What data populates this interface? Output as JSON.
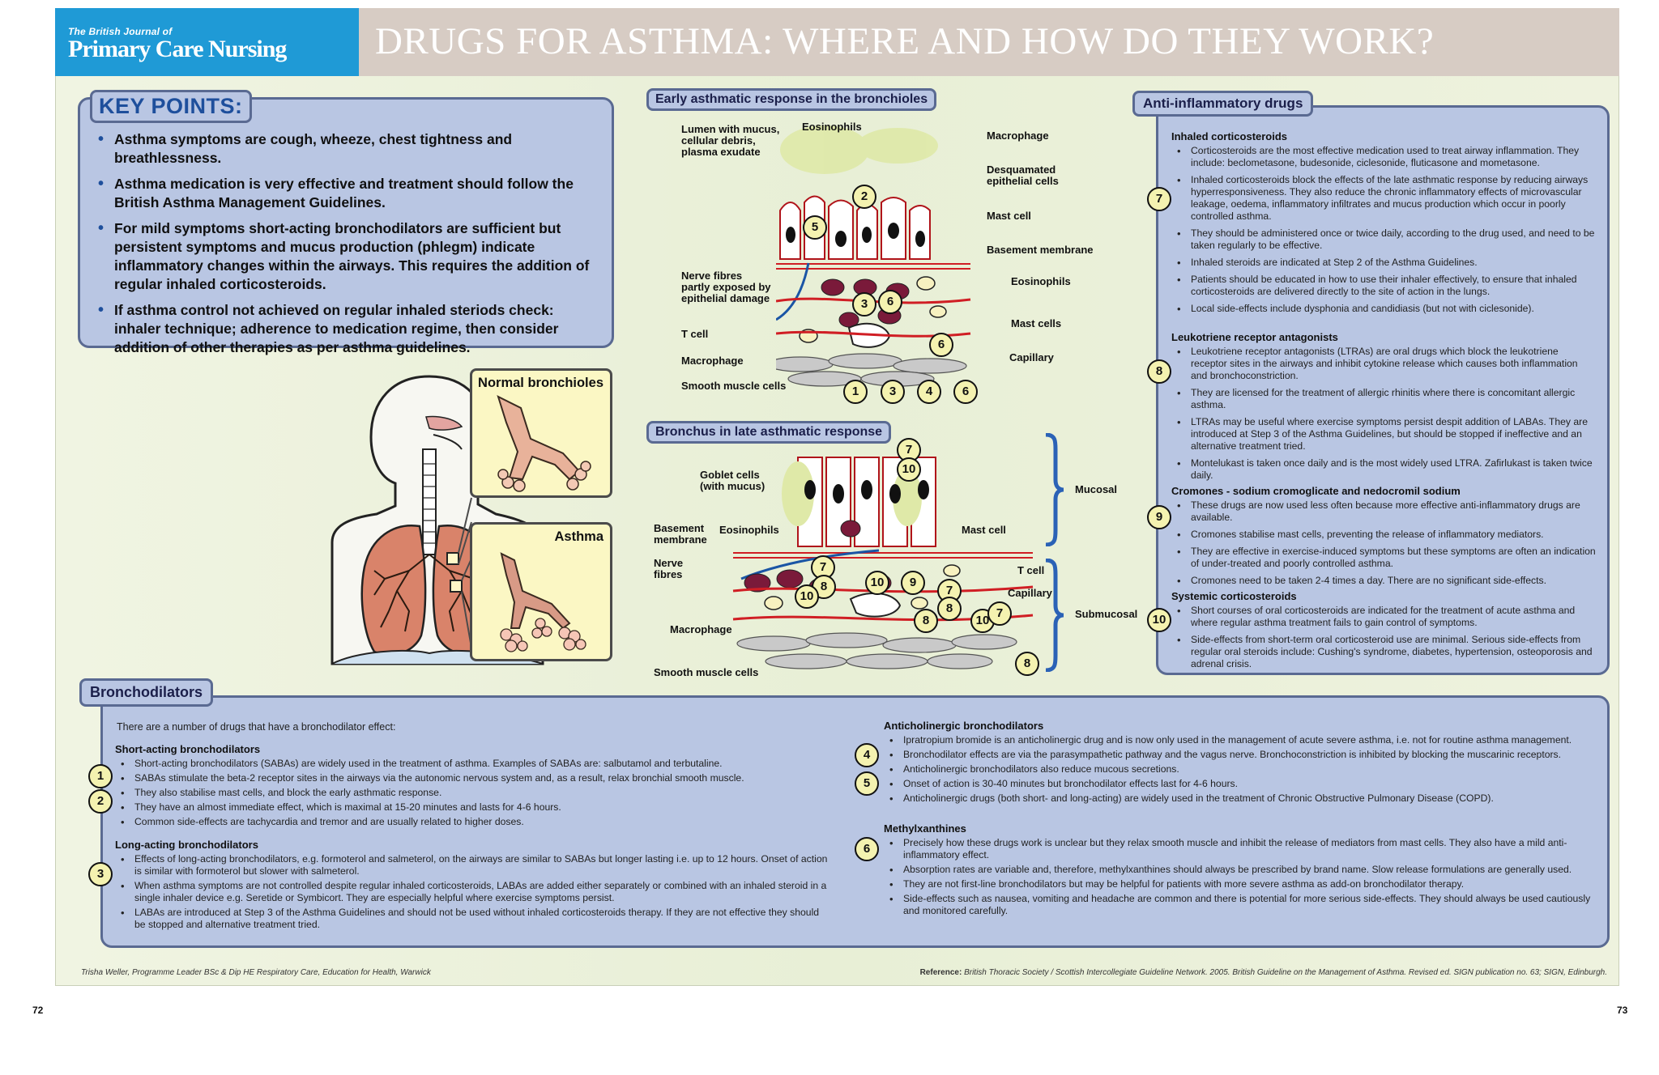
{
  "brand": {
    "small": "The British Journal of",
    "big": "Primary Care Nursing"
  },
  "title": "DRUGS FOR ASTHMA: WHERE AND HOW DO THEY WORK?",
  "key_points": {
    "heading": "KEY POINTS:",
    "items": [
      "Asthma symptoms are cough, wheeze, chest tightness and breathlessness.",
      "Asthma medication is very effective and treatment should follow the British Asthma Management Guidelines.",
      "For mild symptoms short-acting bronchodilators are sufficient but persistent symptoms and mucus production (phlegm) indicate inflammatory changes within the airways. This requires the addition of regular inhaled corticosteroids.",
      "If asthma control not achieved on regular inhaled steriods check: inhaler technique; adherence to medication regime, then consider addition of other therapies as per asthma guidelines."
    ]
  },
  "anatomy": {
    "normal_label": "Normal bronchioles",
    "asthma_label": "Asthma"
  },
  "early": {
    "heading": "Early asthmatic response in the bronchioles",
    "labels": {
      "lumen": "Lumen with mucus,\ncellular debris,\nplasma exudate",
      "eosinophils_top": "Eosinophils",
      "macrophage_right": "Macrophage",
      "desquamated": "Desquamated\nepithelial cells",
      "mast_cell": "Mast cell",
      "basement": "Basement membrane",
      "nerve": "Nerve fibres\npartly exposed by\nepithelial damage",
      "eosinophils_mid": "Eosinophils",
      "mast_cells": "Mast cells",
      "t_cell": "T cell",
      "capillary": "Capillary",
      "macrophage_left": "Macrophage",
      "smooth": "Smooth muscle cells"
    }
  },
  "late": {
    "heading": "Bronchus in late asthmatic response",
    "labels": {
      "goblet": "Goblet cells\n(with mucus)",
      "basement": "Basement\nmembrane",
      "eosinophils": "Eosinophils",
      "mast_cell": "Mast cell",
      "nerve": "Nerve\nfibres",
      "t_cell": "T cell",
      "capillary": "Capillary",
      "macrophage": "Macrophage",
      "smooth": "Smooth muscle cells",
      "mucosal": "Mucosal",
      "submucosal": "Submucosal"
    }
  },
  "anti": {
    "heading": "Anti-inflammatory drugs",
    "sections": [
      {
        "title": "Inhaled corticosteroids",
        "items": [
          "Corticosteroids are the most effective medication used to treat airway inflammation. They include: beclometasone, budesonide, ciclesonide, fluticasone and mometasone.",
          "Inhaled corticosteroids block the effects of the late asthmatic response by reducing airways hyperresponsiveness. They also reduce the chronic inflammatory effects of microvascular leakage, oedema, inflammatory infiltrates and mucus production which occur in poorly controlled asthma.",
          "They should be administered once or twice daily, according to the drug used, and need to be taken regularly to be effective.",
          "Inhaled steroids are indicated at Step 2 of the Asthma Guidelines.",
          "Patients should be educated in how to use their inhaler effectively, to ensure that inhaled corticosteroids are delivered directly to the site of action in the lungs.",
          "Local side-effects include dysphonia and candidiasis (but not with ciclesonide)."
        ]
      },
      {
        "title": "Leukotriene receptor antagonists",
        "items": [
          "Leukotriene receptor antagonists (LTRAs) are oral drugs which block the leukotriene receptor sites in the airways and inhibit cytokine release which causes both inflammation and bronchoconstriction.",
          "They are licensed for the treatment of allergic rhinitis where there is concomitant allergic asthma.",
          "LTRAs may be useful where exercise symptoms persist despit addition of LABAs. They are introduced at Step 3 of the Asthma Guidelines, but should be stopped if ineffective and an alternative treatment tried.",
          "Montelukast is taken once daily and is the most widely used LTRA. Zafirlukast is taken twice daily."
        ]
      },
      {
        "title": "Cromones - sodium cromoglicate and nedocromil sodium",
        "items": [
          "These drugs are now used less often because more effective anti-inflammatory drugs are available.",
          "Cromones stabilise mast cells, preventing the release of inflammatory mediators.",
          "They are effective in exercise-induced symptoms but these symptoms are often an indication of under-treated and poorly controlled asthma.",
          "Cromones need to be taken 2-4 times a day. There are no significant side-effects."
        ]
      },
      {
        "title": "Systemic corticosteroids",
        "items": [
          "Short courses of oral corticosteroids are indicated for the treatment of acute asthma and where regular asthma treatment fails to gain control of symptoms.",
          "Side-effects from short-term oral corticosteroid use are minimal. Serious side-effects from regular oral steroids include: Cushing's syndrome, diabetes, hypertension, osteoporosis and adrenal crisis."
        ]
      }
    ],
    "markers": [
      "7",
      "8",
      "9",
      "10"
    ]
  },
  "broncho": {
    "heading": "Bronchodilators",
    "intro": "There are a number of drugs that have a bronchodilator effect:",
    "short": {
      "title": "Short-acting bronchodilators",
      "items": [
        "Short-acting bronchodilators (SABAs) are widely used in the treatment of asthma. Examples of SABAs are: salbutamol and terbutaline.",
        "SABAs stimulate the beta-2 receptor sites in the airways via the autonomic nervous system and, as a result, relax bronchial smooth muscle.",
        "They also stabilise mast cells, and block the early asthmatic response.",
        "They have an almost immediate effect, which is maximal at 15-20 minutes and lasts for 4-6 hours.",
        "Common side-effects are tachycardia and tremor and are usually related to higher doses."
      ]
    },
    "long": {
      "title": "Long-acting bronchodilators",
      "items": [
        "Effects of long-acting bronchodilators, e.g. formoterol and salmeterol, on the airways are similar to SABAs but longer lasting i.e. up to 12 hours. Onset of action is similar with formoterol but slower with salmeterol.",
        "When asthma symptoms are not controlled despite regular inhaled corticosteroids, LABAs are added either separately or combined with an inhaled steroid in a single inhaler device e.g. Seretide or Symbicort. They are especially helpful where exercise symptoms persist.",
        "LABAs are introduced at Step 3 of the Asthma Guidelines and should not be used without inhaled corticosteroids therapy.  If they are not effective they should be stopped and alternative treatment tried."
      ]
    },
    "anticholinergic": {
      "title": "Anticholinergic bronchodilators",
      "items": [
        "Ipratropium bromide is an anticholinergic drug and is now only used in the management of acute severe asthma, i.e. not for routine asthma management.",
        "Bronchodilator effects are via the parasympathetic pathway and the vagus nerve. Bronchoconstriction is inhibited by blocking the muscarinic receptors.",
        "Anticholinergic bronchodilators also reduce mucous secretions.",
        "Onset of action is 30-40 minutes but bronchodilator effects last for 4-6 hours.",
        "Anticholinergic drugs (both short- and long-acting) are widely used in the treatment of Chronic Obstructive Pulmonary Disease (COPD)."
      ]
    },
    "methyl": {
      "title": "Methylxanthines",
      "items": [
        "Precisely how these drugs work is unclear but they relax smooth muscle and inhibit the release of mediators from mast cells. They also have a mild anti-inflammatory effect.",
        "Absorption rates are variable and, therefore, methylxanthines should always be prescribed by brand name. Slow release formulations are generally used.",
        "They are not first-line bronchodilators but may be helpful for patients with more severe asthma as add-on bronchodilator therapy.",
        "Side-effects such as nausea, vomiting and headache are common and there is potential for more serious side-effects. They should always be used cautiously and monitored carefully."
      ]
    },
    "markers": [
      "1",
      "2",
      "3",
      "4",
      "5",
      "6"
    ]
  },
  "footer": {
    "author": "Trisha Weller, Programme Leader BSc & Dip HE Respiratory Care, Education for Health, Warwick",
    "reference_label": "Reference:",
    "reference": "British Thoracic Society / Scottish Intercollegiate Guideline Network. 2005. British Guideline on the Management of Asthma. Revised ed. SIGN publication no. 63; SIGN, Edinburgh.",
    "page_left": "72",
    "page_right": "73"
  }
}
